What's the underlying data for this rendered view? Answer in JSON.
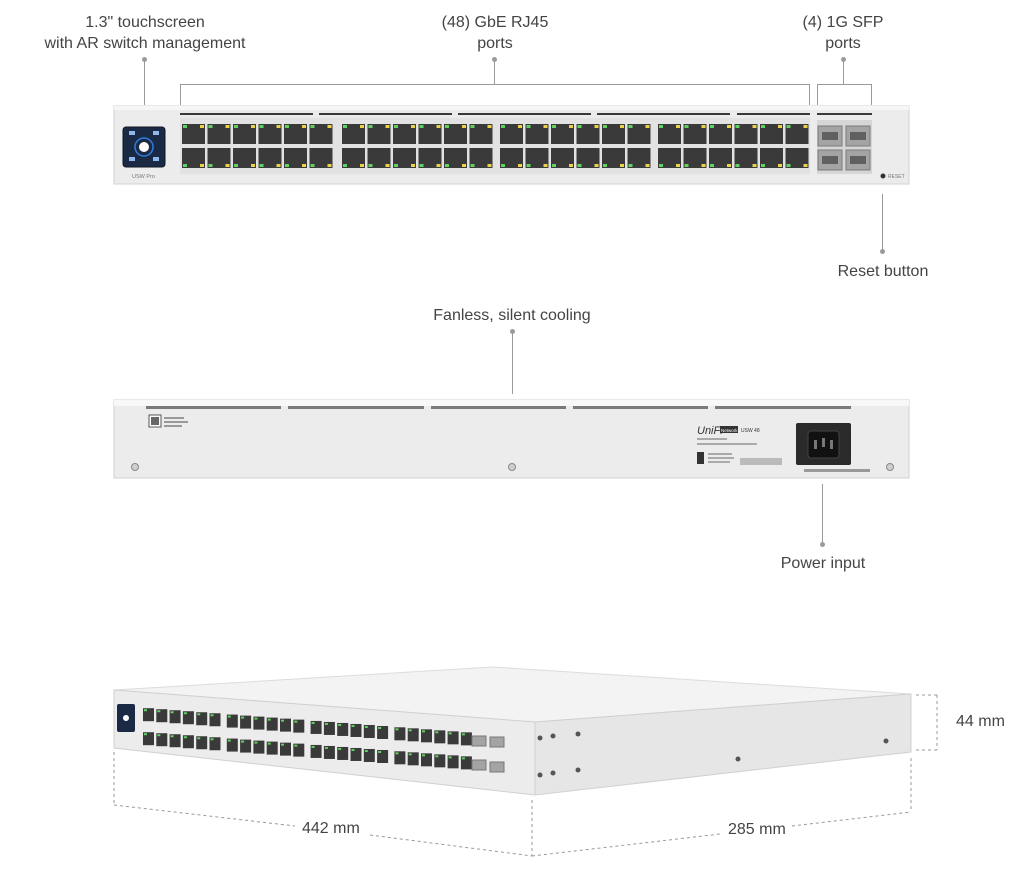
{
  "front": {
    "touchscreen_label": "1.3\" touchscreen\nwith AR switch management",
    "rj45_label": "(48) GbE RJ45\nports",
    "sfp_label": "(4) 1G SFP\nports",
    "reset_label": "Reset button",
    "model_badge": "USW Pro",
    "reset_text": "RESET"
  },
  "rear": {
    "cooling_label": "Fanless, silent cooling",
    "power_label": "Power input",
    "brand_logo": "UniFi",
    "brand_tag": "Network",
    "model": "USW 48"
  },
  "dimensions": {
    "height": "44 mm",
    "width": "442 mm",
    "depth": "285 mm"
  },
  "colors": {
    "chassis": "#ececec",
    "chassis_edge": "#d0d0d0",
    "port_dark": "#3a3a3a",
    "led_green": "#5fd35f",
    "led_yellow": "#e8d34a",
    "screen_blue": "#2f7de1",
    "callout_line": "#9a9a9a"
  }
}
